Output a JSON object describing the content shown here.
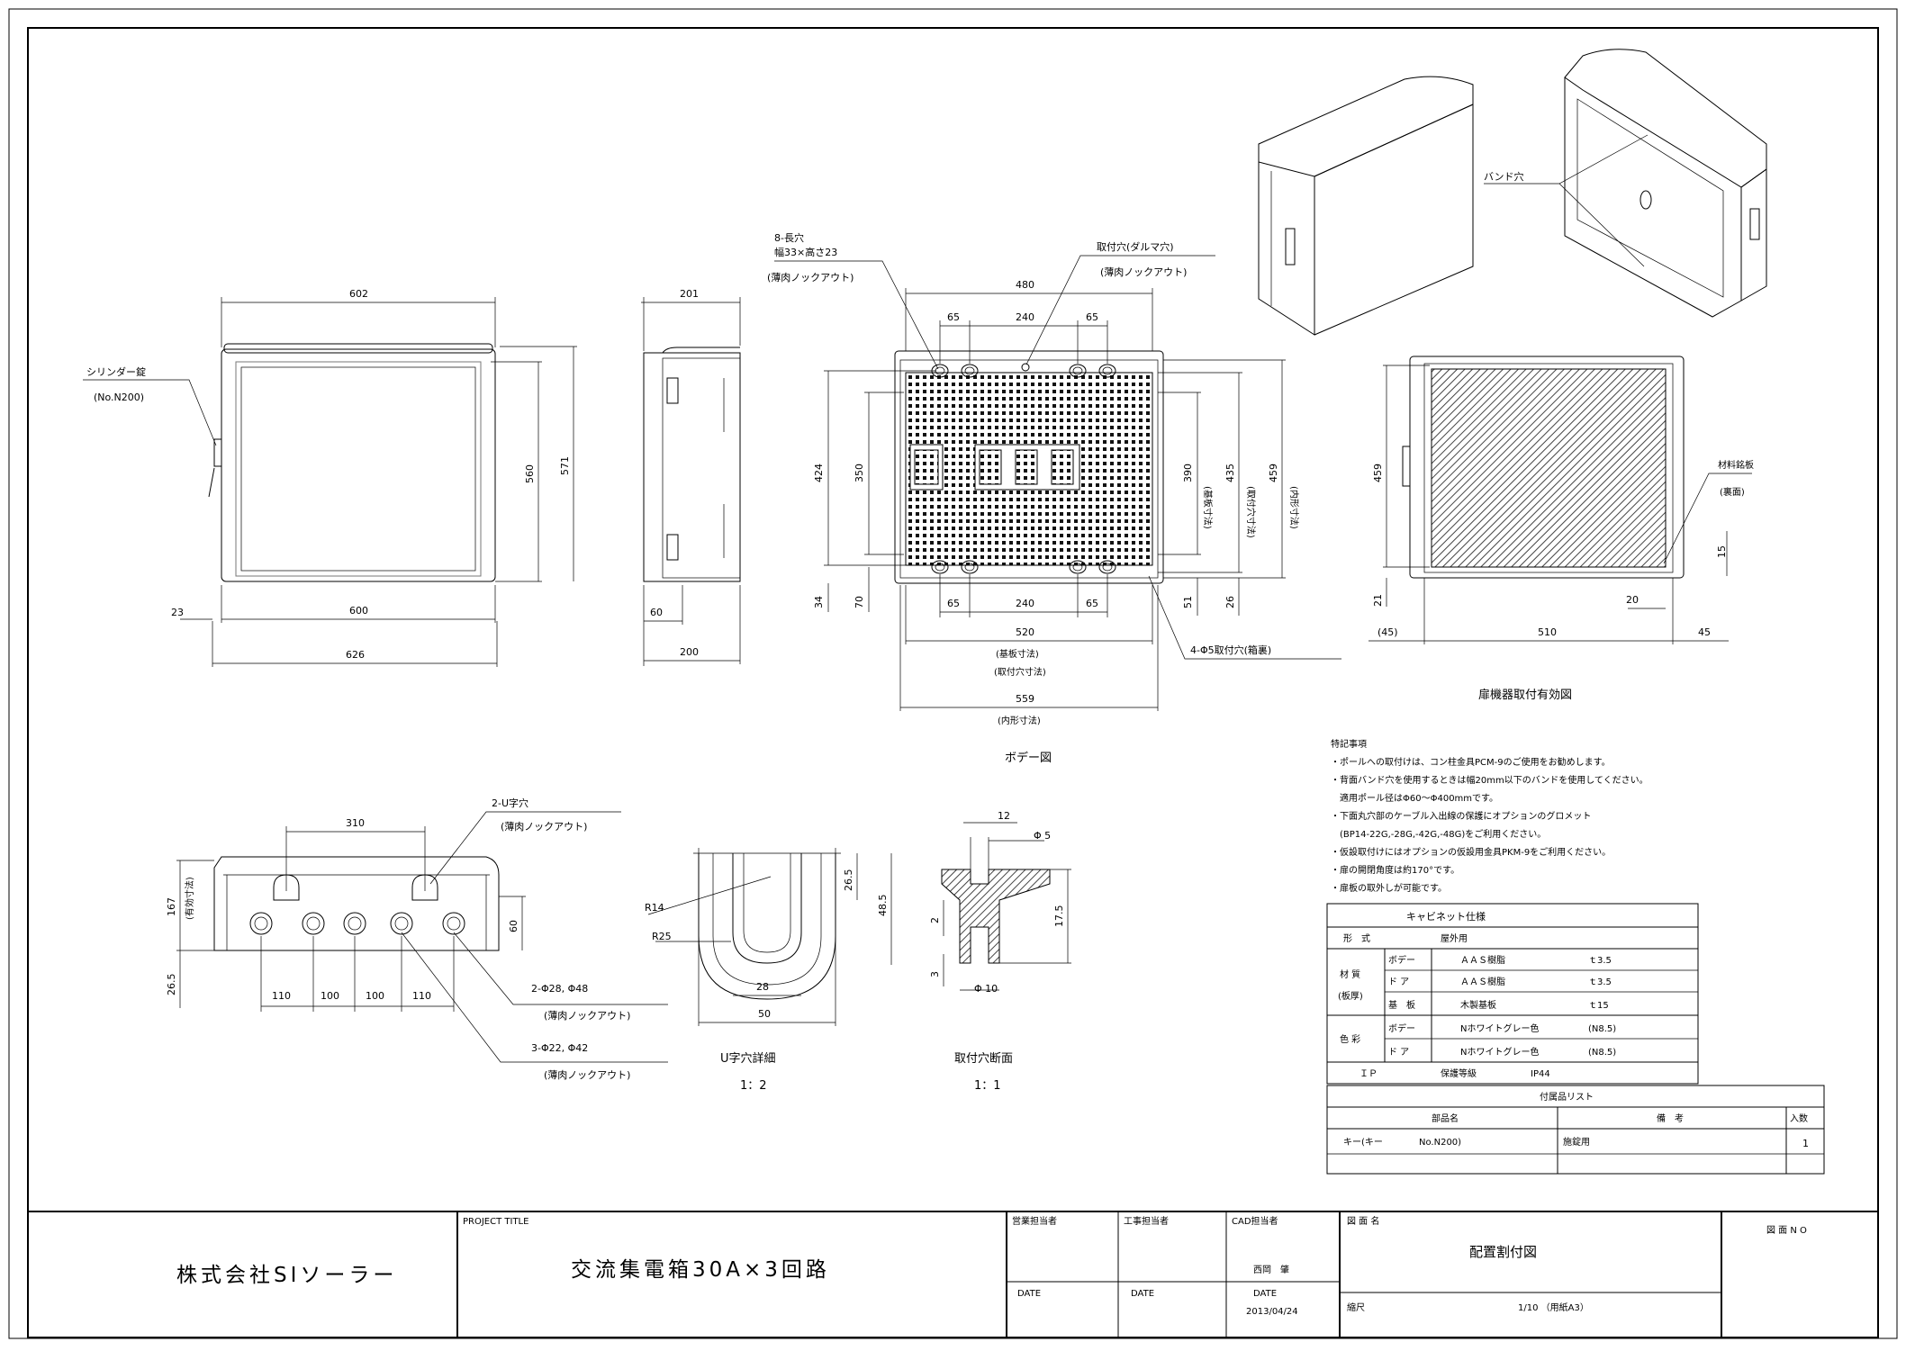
{
  "drawing": {
    "side_view": {
      "callout_cylinder": "シリンダー錠",
      "callout_cylinder_no": "(No.N200)",
      "dims": {
        "top_width": "602",
        "inner_width": "600",
        "overall_width": "626",
        "left_offset": "23",
        "height_560": "560",
        "height_571": "571"
      }
    },
    "depth_view": {
      "dims": {
        "top_depth": "201",
        "bottom_depth": "200",
        "bottom_60": "60"
      }
    },
    "body_view": {
      "title": "ボデー図",
      "callout_slots": "8-長穴",
      "callout_slots_size": "幅33×高さ23",
      "callout_slots_knock": "(薄肉ノックアウト)",
      "callout_mount": "取付穴(ダルマ穴)",
      "callout_mount_knock": "(薄肉ノックアウト)",
      "callout_holes": "4-Φ5取付穴(箱裏)",
      "dims": {
        "top_480": "480",
        "top_65a": "65",
        "top_240": "240",
        "top_65b": "65",
        "left_424": "424",
        "left_350": "350",
        "left_34": "34",
        "left_70": "70",
        "bot_65a": "65",
        "bot_240": "240",
        "bot_65b": "65",
        "w_520": "520",
        "w_520_label1": "(基板寸法)",
        "w_520_label2": "(取付穴寸法)",
        "w_559": "559",
        "w_559_label": "(内形寸法)",
        "r_390": "390",
        "r_390_label": "(基板寸法)",
        "r_435": "435",
        "r_435_label": "(取付穴寸法)",
        "r_459": "459",
        "r_459_label": "(内形寸法)",
        "r_51": "51",
        "r_26": "26"
      }
    },
    "door_view": {
      "title": "扉機器取付有効図",
      "callout_label": "材料銘板",
      "callout_label2": "(裏面)",
      "dims": {
        "h_459": "459",
        "b_21": "21",
        "b_45a": "(45)",
        "b_510": "510",
        "b_45b": "45",
        "b_20": "20",
        "r_15": "15"
      }
    },
    "iso_view": {
      "callout_band": "バンド穴"
    },
    "bottom_view": {
      "callout_u": "2-U字穴",
      "callout_u_knock": "(薄肉ノックアウト)",
      "callout_28": "2-Φ28, Φ48",
      "callout_28_knock": "(薄肉ノックアウト)",
      "callout_22": "3-Φ22, Φ42",
      "callout_22_knock": "(薄肉ノックアウト)",
      "dims": {
        "top_310": "310",
        "b_110a": "110",
        "b_100a": "100",
        "b_100b": "100",
        "b_110b": "110",
        "left_167": "167",
        "left_167_label": "(有効寸法)",
        "left_26": "26.5",
        "r_60": "60"
      }
    },
    "u_detail": {
      "title": "U字穴詳細",
      "scale": "1：2",
      "dims": {
        "r14": "R14",
        "r25": "R25",
        "d28": "28",
        "d50": "50",
        "d26": "26.5",
        "d48": "48.5"
      }
    },
    "mount_section": {
      "title": "取付穴断面",
      "scale": "1：1",
      "dims": {
        "d12": "12",
        "d5": "Φ 5",
        "d2": "2",
        "d3": "3",
        "d17": "17.5",
        "d10": "Φ 10"
      }
    }
  },
  "notes": {
    "heading": "特記事項",
    "lines": [
      "・ポールへの取付けは、コン柱金具PCM-9のご使用をお勧めします。",
      "・背面バンド穴を使用するときは幅20mm以下のバンドを使用してください。",
      "　適用ポール径はΦ60～Φ400mmです。",
      "・下面丸穴部のケーブル入出線の保護にオプションのグロメット",
      "　(BP14-22G,-28G,-42G,-48G)をご利用ください。",
      "・仮設取付けにはオプションの仮設用金具PKM-9をご利用ください。",
      "・扉の開閉角度は約170°です。",
      "・扉板の取外しが可能です。"
    ]
  },
  "spec_table": {
    "title": "キャビネット仕様",
    "rows": [
      {
        "c1": "形　式",
        "c2": "",
        "c3": "屋外用",
        "c4": ""
      },
      {
        "c1": "材 質",
        "c2": "ボデー",
        "c3": "ＡＡＳ樹脂",
        "c4": "ｔ3.5"
      },
      {
        "c1": "(板厚)",
        "c2": "ド ア",
        "c3": "ＡＡＳ樹脂",
        "c4": "ｔ3.5"
      },
      {
        "c1": "",
        "c2": "基　板",
        "c3": "木製基板",
        "c4": "ｔ15"
      },
      {
        "c1": "色 彩",
        "c2": "ボデー",
        "c3": "Nホワイトグレー色",
        "c4": "(N8.5)"
      },
      {
        "c1": "",
        "c2": "ド ア",
        "c3": "Nホワイトグレー色",
        "c4": "(N8.5)"
      },
      {
        "c1": "ＩＰ",
        "c2": "",
        "c3": "保護等級",
        "c4": "IP44"
      }
    ]
  },
  "parts_table": {
    "title": "付属品リスト",
    "headers": [
      "部品名",
      "備　考",
      "入数"
    ],
    "rows": [
      {
        "name": "キー(キー",
        "no": "No.N200)",
        "remark": "施錠用",
        "qty": "1"
      }
    ]
  },
  "title_block": {
    "company": "株式会社SIソーラー",
    "project_label": "PROJECT TITLE",
    "project_title": "交流集電箱30A×3回路",
    "sales_label": "営業担当者",
    "eng_label": "工事担当者",
    "cad_label": "CAD担当者",
    "cad_name": "西岡　肇",
    "date_label": "DATE",
    "date_value": "2013/04/24",
    "drawing_name_label": "図 面 名",
    "drawing_name": "配置割付図",
    "scale_label": "縮尺",
    "scale_value": "1/10 （用紙A3）",
    "drawing_no_label": "図 面 N O"
  }
}
